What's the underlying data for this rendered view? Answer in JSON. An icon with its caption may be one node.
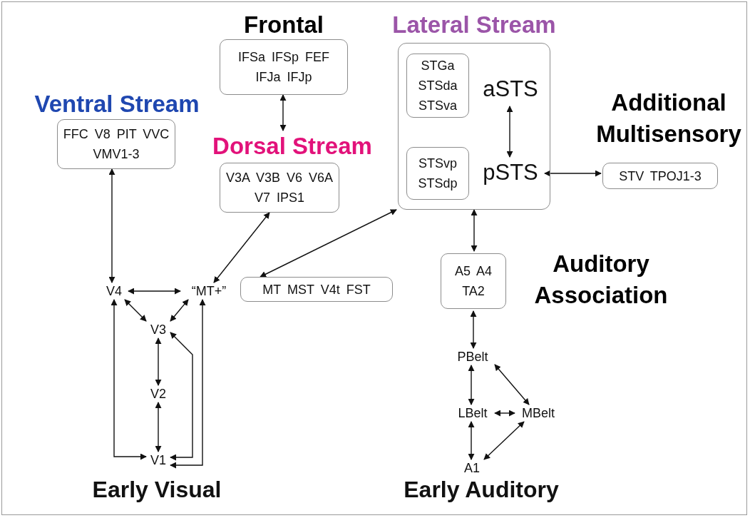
{
  "diagram": {
    "nodes": [
      {
        "text": [
          "Frontal",
          "IFSa IFSp FEF IFJa IFJp"
        ]
      },
      {
        "text": [
          "Lateral Stream"
        ]
      },
      {
        "text": [
          "STGa STSda STSva"
        ],
        "in": 1
      },
      {
        "text": [
          "aSTS"
        ],
        "in": 1
      },
      {
        "text": [
          "STSvp STSdp"
        ],
        "in": 1
      },
      {
        "text": [
          "pSTS"
        ],
        "in": 1
      },
      {
        "text": [
          "Ventral Stream",
          "FFC V8 PIT VVC VMV1-3"
        ]
      },
      {
        "text": [
          "Additional Multisensory",
          "STV TPOJ1-3"
        ]
      },
      {
        "text": [
          "Dorsal Stream",
          "V3A V3B V6 V6A V7 IPS1"
        ]
      },
      {
        "text": [
          "V4"
        ]
      },
      {
        "text": [
          "“MT+”"
        ]
      },
      {
        "text": [
          "MT MST V4t FST"
        ]
      },
      {
        "text": [
          "A5 A4 TA2",
          "Auditory Association"
        ]
      },
      {
        "text": [
          "V3"
        ]
      },
      {
        "text": [
          "V2"
        ]
      },
      {
        "text": [
          "PBelt"
        ]
      },
      {
        "text": [
          "LBelt"
        ]
      },
      {
        "text": [
          "MBelt"
        ]
      },
      {
        "text": [
          "V1"
        ]
      },
      {
        "text": [
          "A1"
        ]
      }
    ],
    "edges": [
      {
        "from": 0,
        "to": 8,
        "arrow": "both"
      },
      {
        "from": 3,
        "to": 5,
        "arrow": "both"
      },
      {
        "from": 5,
        "to": 7,
        "arrow": "both"
      },
      {
        "from": 6,
        "to": 9,
        "arrow": "both"
      },
      {
        "from": 8,
        "to": 10,
        "arrow": "both"
      },
      {
        "from": 1,
        "to": 11,
        "arrow": "both"
      },
      {
        "from": 9,
        "to": 10,
        "arrow": "both"
      },
      {
        "from": 9,
        "to": 13,
        "arrow": "both"
      },
      {
        "from": 10,
        "to": 13,
        "arrow": "both"
      },
      {
        "from": 1,
        "to": 12,
        "arrow": "both"
      },
      {
        "from": 13,
        "to": 14,
        "arrow": "both"
      },
      {
        "from": 14,
        "to": 18,
        "arrow": "both"
      },
      {
        "from": 9,
        "to": 18,
        "arrow": "both"
      },
      {
        "from": 13,
        "to": 18,
        "arrow": "both"
      },
      {
        "from": 10,
        "to": 18,
        "arrow": "both"
      },
      {
        "from": 12,
        "to": 15,
        "arrow": "both"
      },
      {
        "from": 15,
        "to": 16,
        "arrow": "both"
      },
      {
        "from": 15,
        "to": 17,
        "arrow": "both"
      },
      {
        "from": 16,
        "to": 17,
        "arrow": "both"
      },
      {
        "from": 16,
        "to": 19,
        "arrow": "both"
      },
      {
        "from": 17,
        "to": 19,
        "arrow": "both"
      }
    ],
    "labels": [
      "Early Visual",
      "Early Auditory"
    ]
  }
}
